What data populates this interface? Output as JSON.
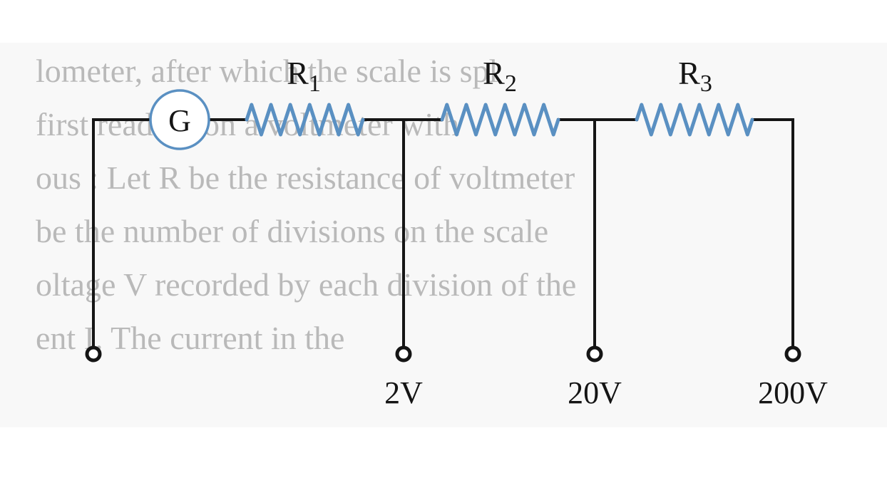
{
  "diagram": {
    "galvanometer_label": "G",
    "resistors": [
      {
        "letter": "R",
        "subscript": "1"
      },
      {
        "letter": "R",
        "subscript": "2"
      },
      {
        "letter": "R",
        "subscript": "3"
      }
    ],
    "terminals": [
      "",
      "2V",
      "20V",
      "200V"
    ],
    "colors": {
      "wire": "#151515",
      "resistor": "#5a90c2",
      "meter_ring": "#5a90c2",
      "show_through_text": "#b9b9b9"
    }
  }
}
